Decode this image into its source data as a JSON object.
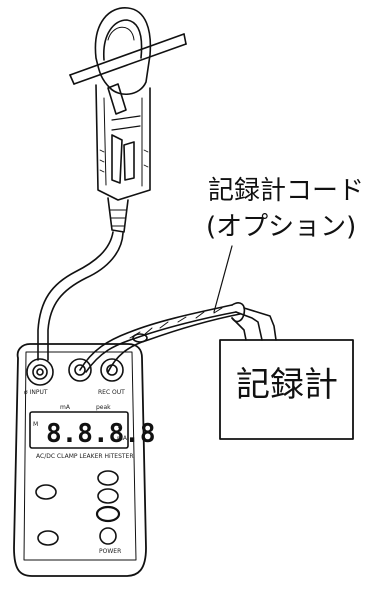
{
  "labels": {
    "recorder_cord_line1": "記録計コード",
    "recorder_cord_line2": "(オプション)",
    "recorder": "記録計"
  },
  "meter": {
    "input_label": "ø INPUT",
    "output_label": "REC OUT",
    "display_value": "8.8.8.8",
    "model_text": "AC/DC CLAMP LEAKER HiTESTER",
    "tiny_labels": {
      "mode": "M",
      "unit_top_left": "mA",
      "unit_top_right": "peak",
      "unit_right": "A",
      "unit_right2": "mA",
      "button_power": "POWER"
    }
  },
  "colors": {
    "ink": "#111111",
    "background": "#ffffff"
  }
}
